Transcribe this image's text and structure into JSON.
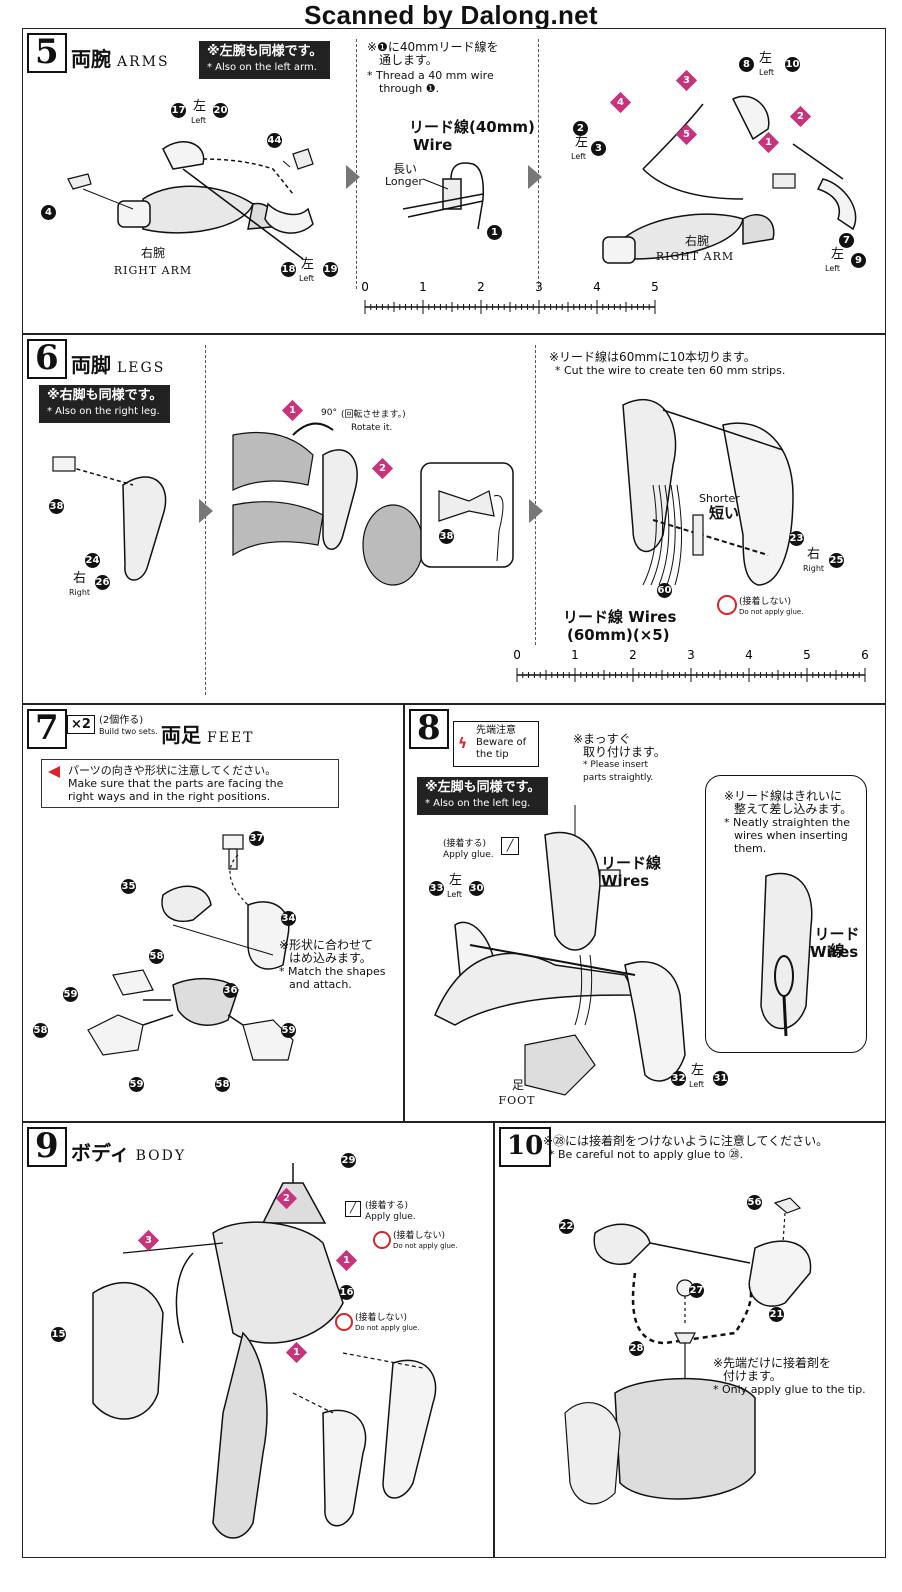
{
  "watermark": "Scanned by Dalong.net",
  "step5": {
    "number": "5",
    "title_jp": "両腕",
    "title_en": "ARMS",
    "tag_jp": "※左腕も同様です。",
    "tag_en": "* Also on the left arm.",
    "note_jp_1": "※❶に40mmリード線を",
    "note_jp_2": "通します。",
    "note_en_1": "* Thread a 40 mm wire",
    "note_en_2": "through ❶.",
    "wire_label_jp": "リード線(40mm)",
    "wire_label_en": "Wire",
    "longer_jp": "長い",
    "longer_en": "Longer",
    "right_arm_jp": "右腕",
    "right_arm_en": "RIGHT ARM",
    "left_small": "Left",
    "left_jp": "左",
    "ruler_labels": [
      "0",
      "1",
      "2",
      "3",
      "4",
      "5"
    ]
  },
  "step6": {
    "number": "6",
    "title_jp": "両脚",
    "title_en": "LEGS",
    "tag_jp": "※右脚も同様です。",
    "tag_en": "* Also on the right leg.",
    "rotate_jp": "(回転させます。)",
    "rotate_en": "Rotate it.",
    "rotate_deg": "90°",
    "cut_jp": "※リード線は60mmに10本切ります。",
    "cut_en": "* Cut the wire to create ten 60 mm strips.",
    "shorter_en": "Shorter",
    "shorter_jp": "短い",
    "wires_label_1": "リード線 Wires",
    "wires_label_2": "(60mm)(×5)",
    "noglue_jp": "(接着しない)",
    "noglue_en": "Do not apply glue.",
    "right_small": "Right",
    "right_jp": "右",
    "ruler_labels": [
      "0",
      "1",
      "2",
      "3",
      "4",
      "5",
      "6"
    ]
  },
  "step7": {
    "number": "7",
    "x2": "×2",
    "build_jp": "(2個作る)",
    "build_en": "Build two sets.",
    "title_jp": "両足",
    "title_en": "FEET",
    "caution_jp": "パーツの向きや形状に注意してください。",
    "caution_en_1": "Make sure that the parts are facing the",
    "caution_en_2": "right ways and in the right positions.",
    "match_jp_1": "※形状に合わせて",
    "match_jp_2": "はめ込みます。",
    "match_en_1": "* Match the shapes",
    "match_en_2": "and attach."
  },
  "step8": {
    "number": "8",
    "beware_jp": "先端注意",
    "beware_en_1": "Beware of",
    "beware_en_2": "the tip",
    "tag_jp": "※左脚も同様です。",
    "tag_en": "* Also on the left leg.",
    "straight_jp_1": "※まっすぐ",
    "straight_jp_2": "取り付けます。",
    "straight_en_1": "* Please insert",
    "straight_en_2": "parts straightly.",
    "glue_jp": "(接着する)",
    "glue_en": "Apply glue.",
    "wires_jp": "リード線",
    "wires_en": "Wires",
    "foot_jp": "足",
    "foot_en": "FOOT",
    "neat_jp_1": "※リード線はきれいに",
    "neat_jp_2": "整えて差し込みます。",
    "neat_en_1": "* Neatly straighten the",
    "neat_en_2": "wires when inserting",
    "neat_en_3": "them.",
    "inset_wires_jp": "リード線",
    "inset_wires_en": "Wires"
  },
  "step9": {
    "number": "9",
    "title_jp": "ボディ",
    "title_en": "BODY",
    "glue_jp": "(接着する)",
    "glue_en": "Apply glue.",
    "noglue_jp": "(接着しない)",
    "noglue_en": "Do not apply glue."
  },
  "step10": {
    "number": "10",
    "note_jp": "※㉘には接着剤をつけないように注意してください。",
    "note_en": "* Be careful not to apply glue to ㉘.",
    "tip_jp_1": "※先端だけに接着剤を",
    "tip_jp_2": "付けます。",
    "tip_en": "* Only apply glue to the tip."
  },
  "part_numbers": {
    "p4": "4",
    "p17": "17",
    "p20": "20",
    "p44": "44",
    "p18": "18",
    "p19": "19",
    "p1": "1",
    "p2": "2",
    "p3": "3",
    "p8": "8",
    "p10": "10",
    "p7": "7",
    "p9": "9",
    "p38": "38",
    "p24": "24",
    "p26": "26",
    "p23": "23",
    "p25": "25",
    "p60": "60",
    "p37": "37",
    "p35": "35",
    "p34": "34",
    "p58": "58",
    "p59": "59",
    "p36": "36",
    "p33": "33",
    "p30": "30",
    "p32": "32",
    "p31": "31",
    "p29": "29",
    "p15": "15",
    "p16": "16",
    "p56": "56",
    "p22": "22",
    "p27": "27",
    "p21": "21",
    "p28": "28"
  },
  "step_markers": {
    "m1": "1",
    "m2": "2",
    "m3": "3",
    "m4": "4",
    "m5": "5"
  },
  "colors": {
    "accent": "#c8337c",
    "warning": "#d9262b",
    "line": "#111111"
  }
}
